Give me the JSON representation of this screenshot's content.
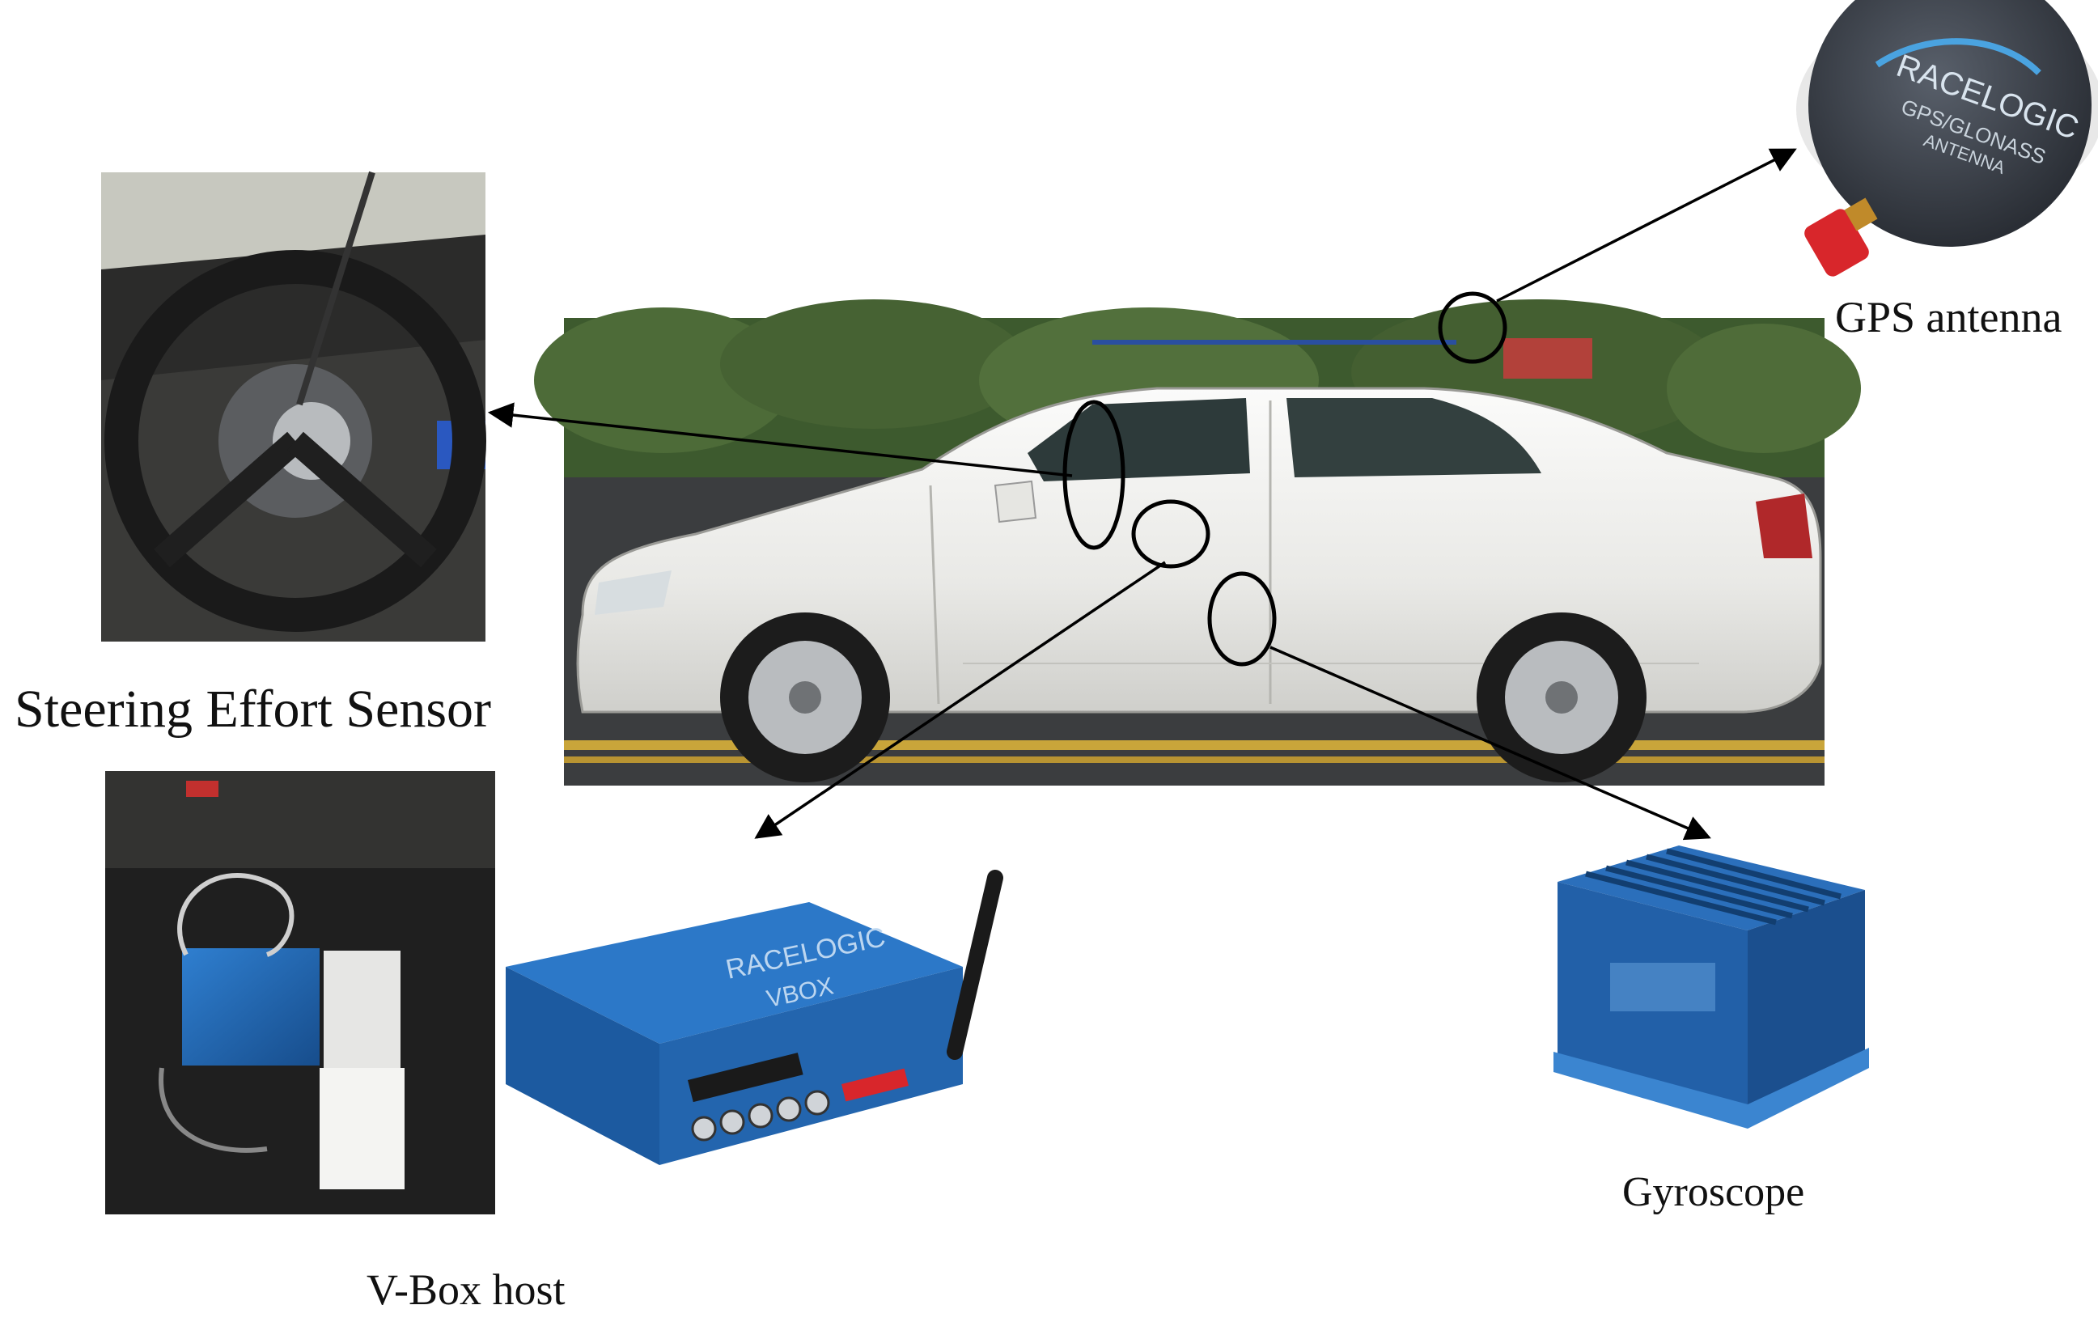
{
  "labels": {
    "gps_antenna": "GPS antenna",
    "steering_sensor": "Steering Effort Sensor",
    "vbox_host": "V-Box host",
    "gyroscope": "Gyroscope"
  },
  "device_print": {
    "antenna_brand": "RACELOGIC",
    "antenna_model": "GPS/GLONASS",
    "antenna_word": "ANTENNA",
    "vbox_brand": "RACELOGIC",
    "vbox_model": "VBOX"
  },
  "colors": {
    "car_body": "#f2f2f0",
    "device_blue": "#1e5fa8",
    "antenna_body": "#3a3f47",
    "connector_red": "#d8262b",
    "foliage": "#3d5a2e"
  }
}
